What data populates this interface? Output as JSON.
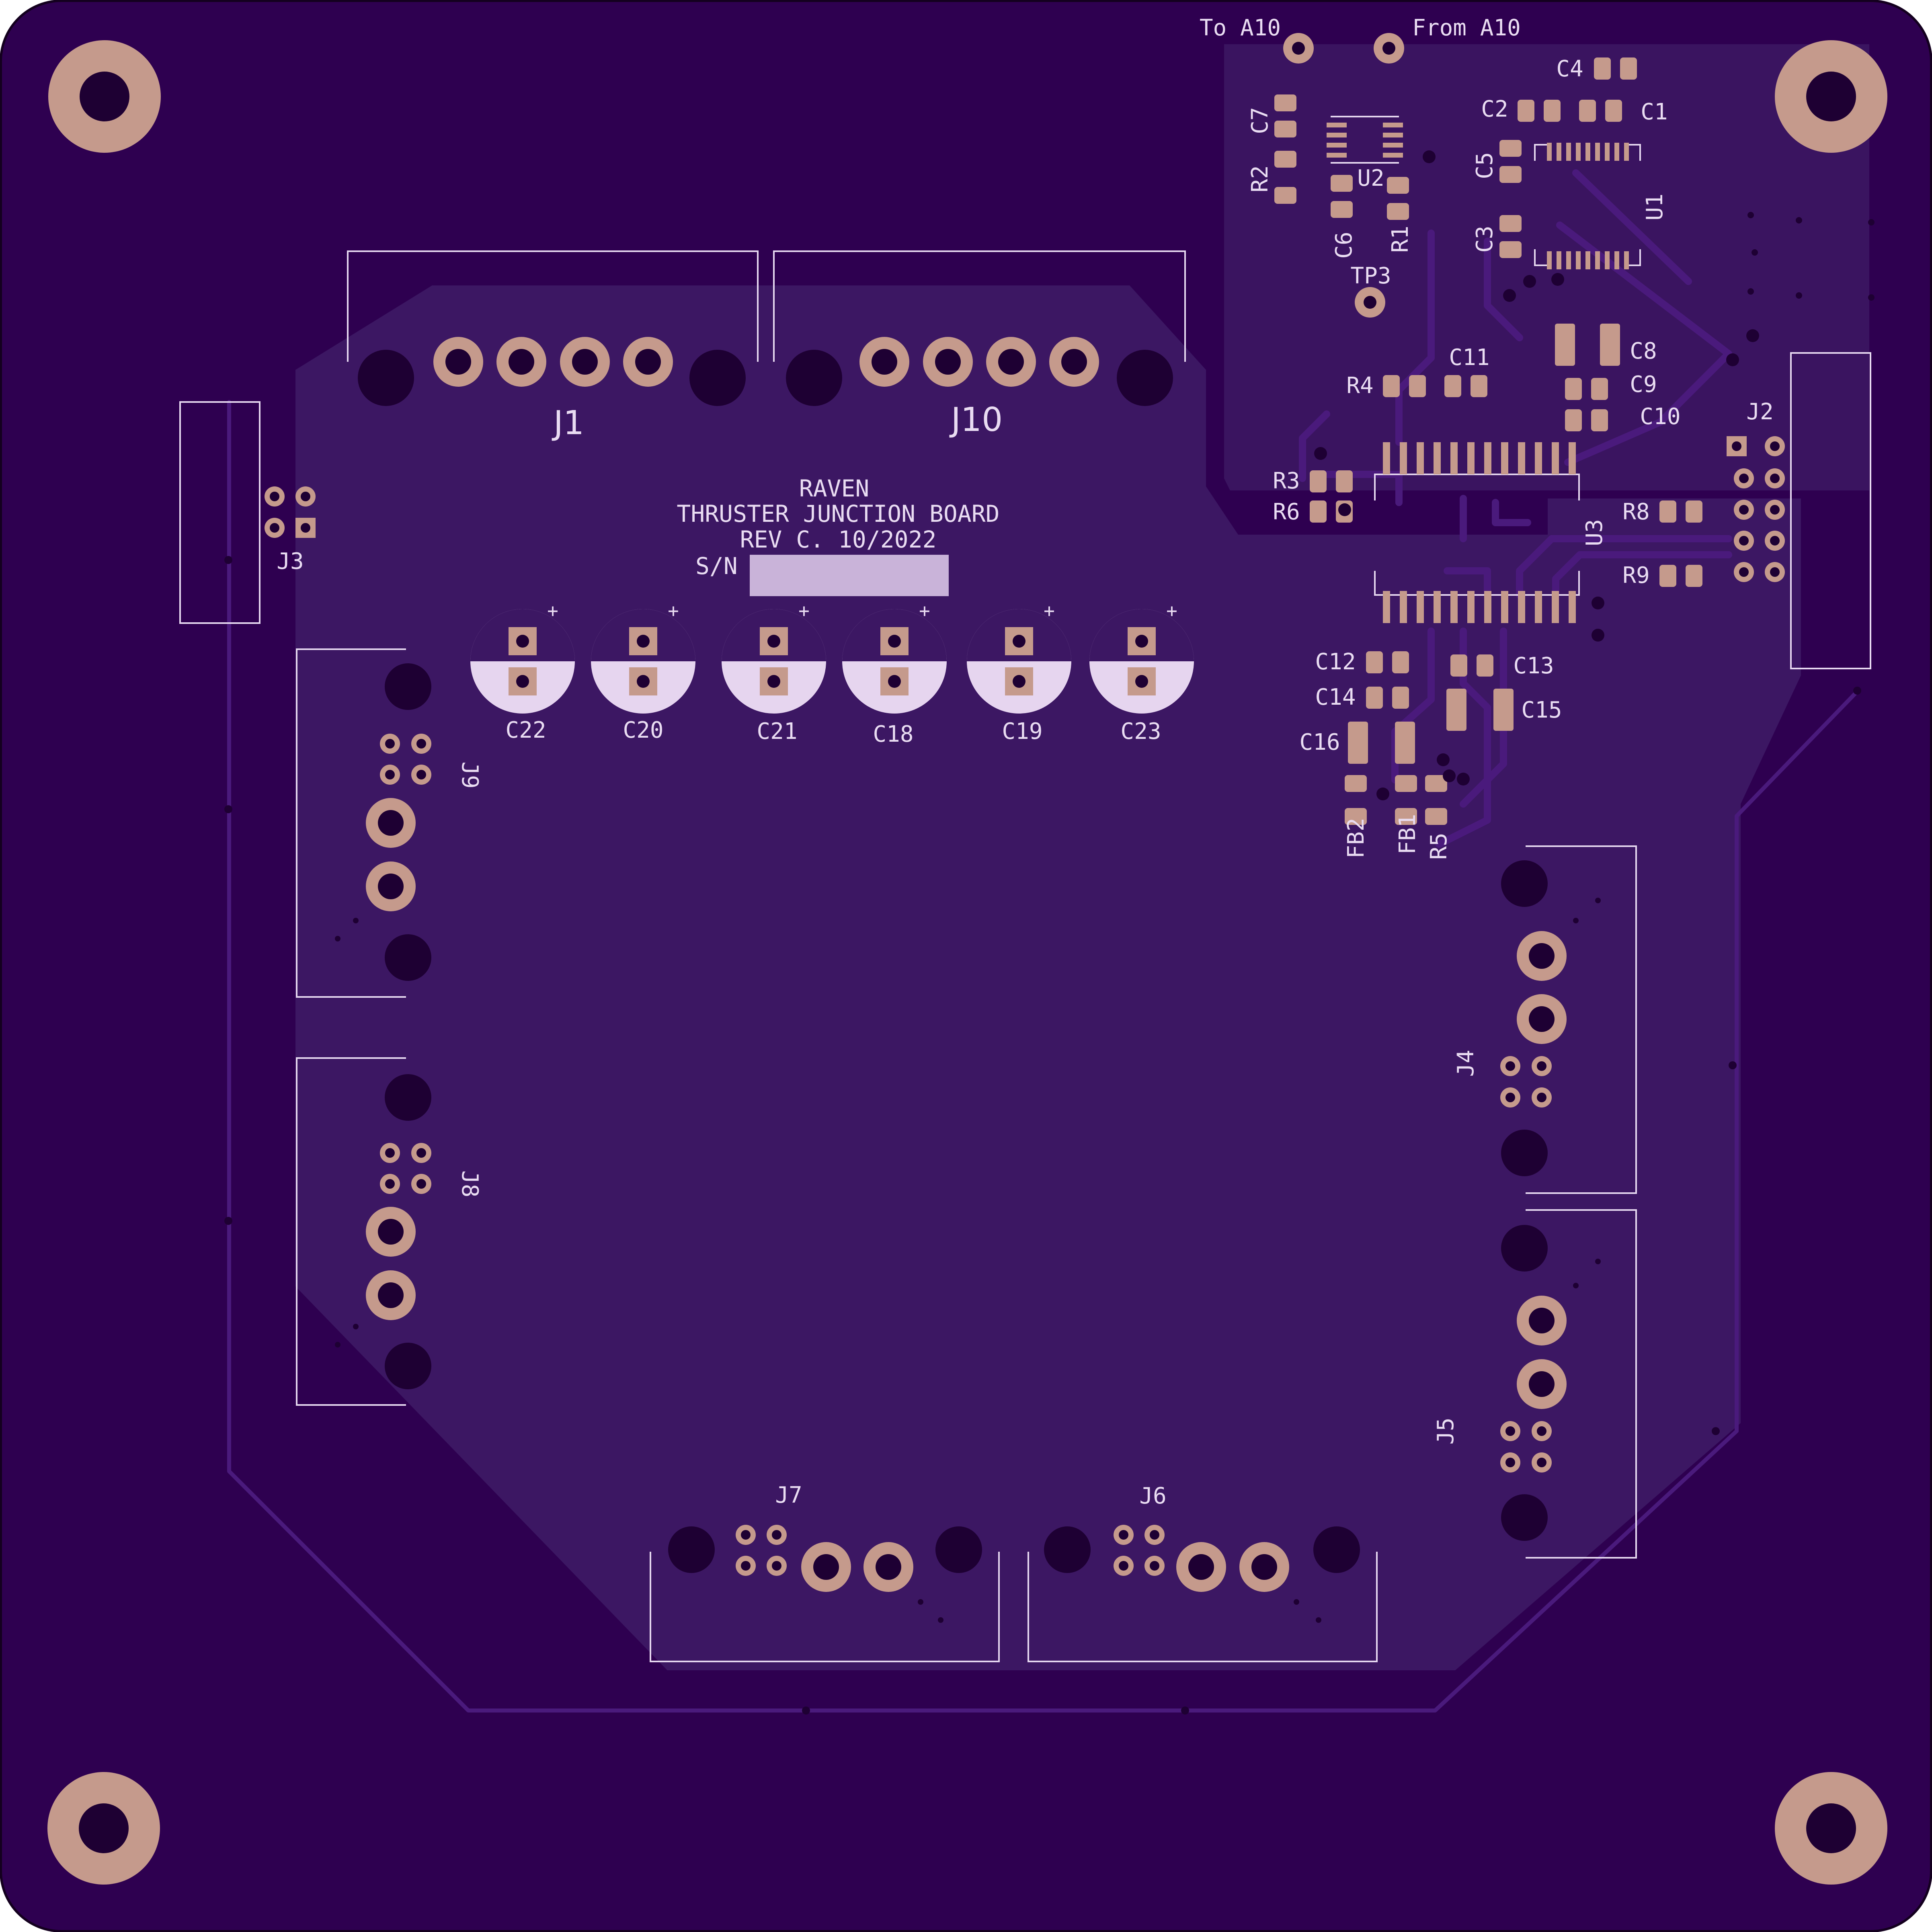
{
  "board": {
    "name_line1": "RAVEN",
    "name_line2": "THRUSTER JUNCTION BOARD",
    "revision": "REV C.  10/2022",
    "serial_label": "S/N"
  },
  "test_points": {
    "to_a10": "To A10",
    "from_a10": "From A10",
    "tp3": "TP3"
  },
  "connectors": {
    "j1": "J1",
    "j10": "J10",
    "j2": "J2",
    "j3": "J3",
    "j4": "J4",
    "j5": "J5",
    "j6": "J6",
    "j7": "J7",
    "j8": "J8",
    "j9": "J9"
  },
  "ics": {
    "u1": "U1",
    "u2": "U2",
    "u3": "U3"
  },
  "capacitors": {
    "c1": "C1",
    "c2": "C2",
    "c3": "C3",
    "c4": "C4",
    "c5": "C5",
    "c6": "C6",
    "c7": "C7",
    "c8": "C8",
    "c9": "C9",
    "c10": "C10",
    "c11": "C11",
    "c12": "C12",
    "c13": "C13",
    "c14": "C14",
    "c15": "C15",
    "c16": "C16",
    "c18": "C18",
    "c19": "C19",
    "c20": "C20",
    "c21": "C21",
    "c22": "C22",
    "c23": "C23"
  },
  "resistors": {
    "r1": "R1",
    "r2": "R2",
    "r3": "R3",
    "r4": "R4",
    "r5": "R5",
    "r6": "R6",
    "r8": "R8",
    "r9": "R9"
  },
  "ferrites": {
    "fb1": "FB1",
    "fb2": "FB2"
  },
  "polarity_mark": "+",
  "colors": {
    "board": "#2e0050",
    "copper_pour": "#3c1763",
    "pad": "#c59a8c",
    "silkscreen": "#e9dcf2"
  }
}
